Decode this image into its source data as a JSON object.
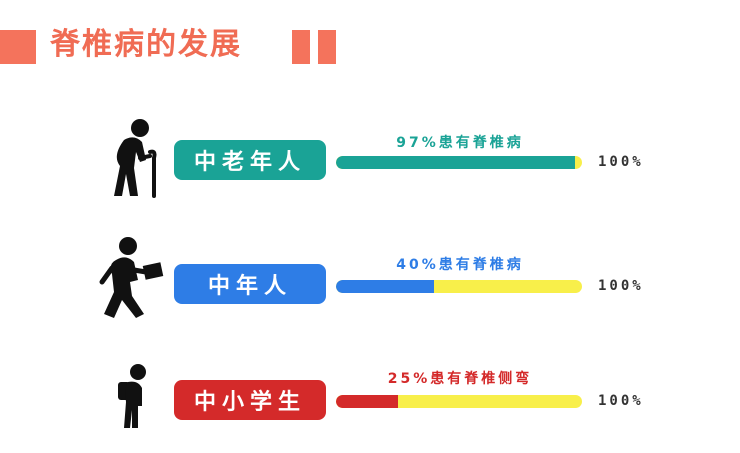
{
  "header": {
    "title": "脊椎病的发展",
    "accent_color": "#f4735c"
  },
  "rows": [
    {
      "group_label": "中老年人",
      "caption": "97%患有脊椎病",
      "percent": 97,
      "total_label": "100%",
      "pill_color": "#1aa396",
      "fill_color": "#1aa396",
      "caption_color": "#1aa396",
      "icon": "elderly-person-with-cane-icon"
    },
    {
      "group_label": "中年人",
      "caption": "40%患有脊椎病",
      "percent": 40,
      "total_label": "100%",
      "pill_color": "#2e7de6",
      "fill_color": "#2e7de6",
      "caption_color": "#2e7de6",
      "icon": "walking-person-with-briefcase-icon"
    },
    {
      "group_label": "中小学生",
      "caption": "25%患有脊椎侧弯",
      "percent": 25,
      "total_label": "100%",
      "pill_color": "#d42a2a",
      "fill_color": "#d42a2a",
      "caption_color": "#d42a2a",
      "icon": "student-with-backpack-icon"
    }
  ],
  "track_color": "#f8ef4a"
}
